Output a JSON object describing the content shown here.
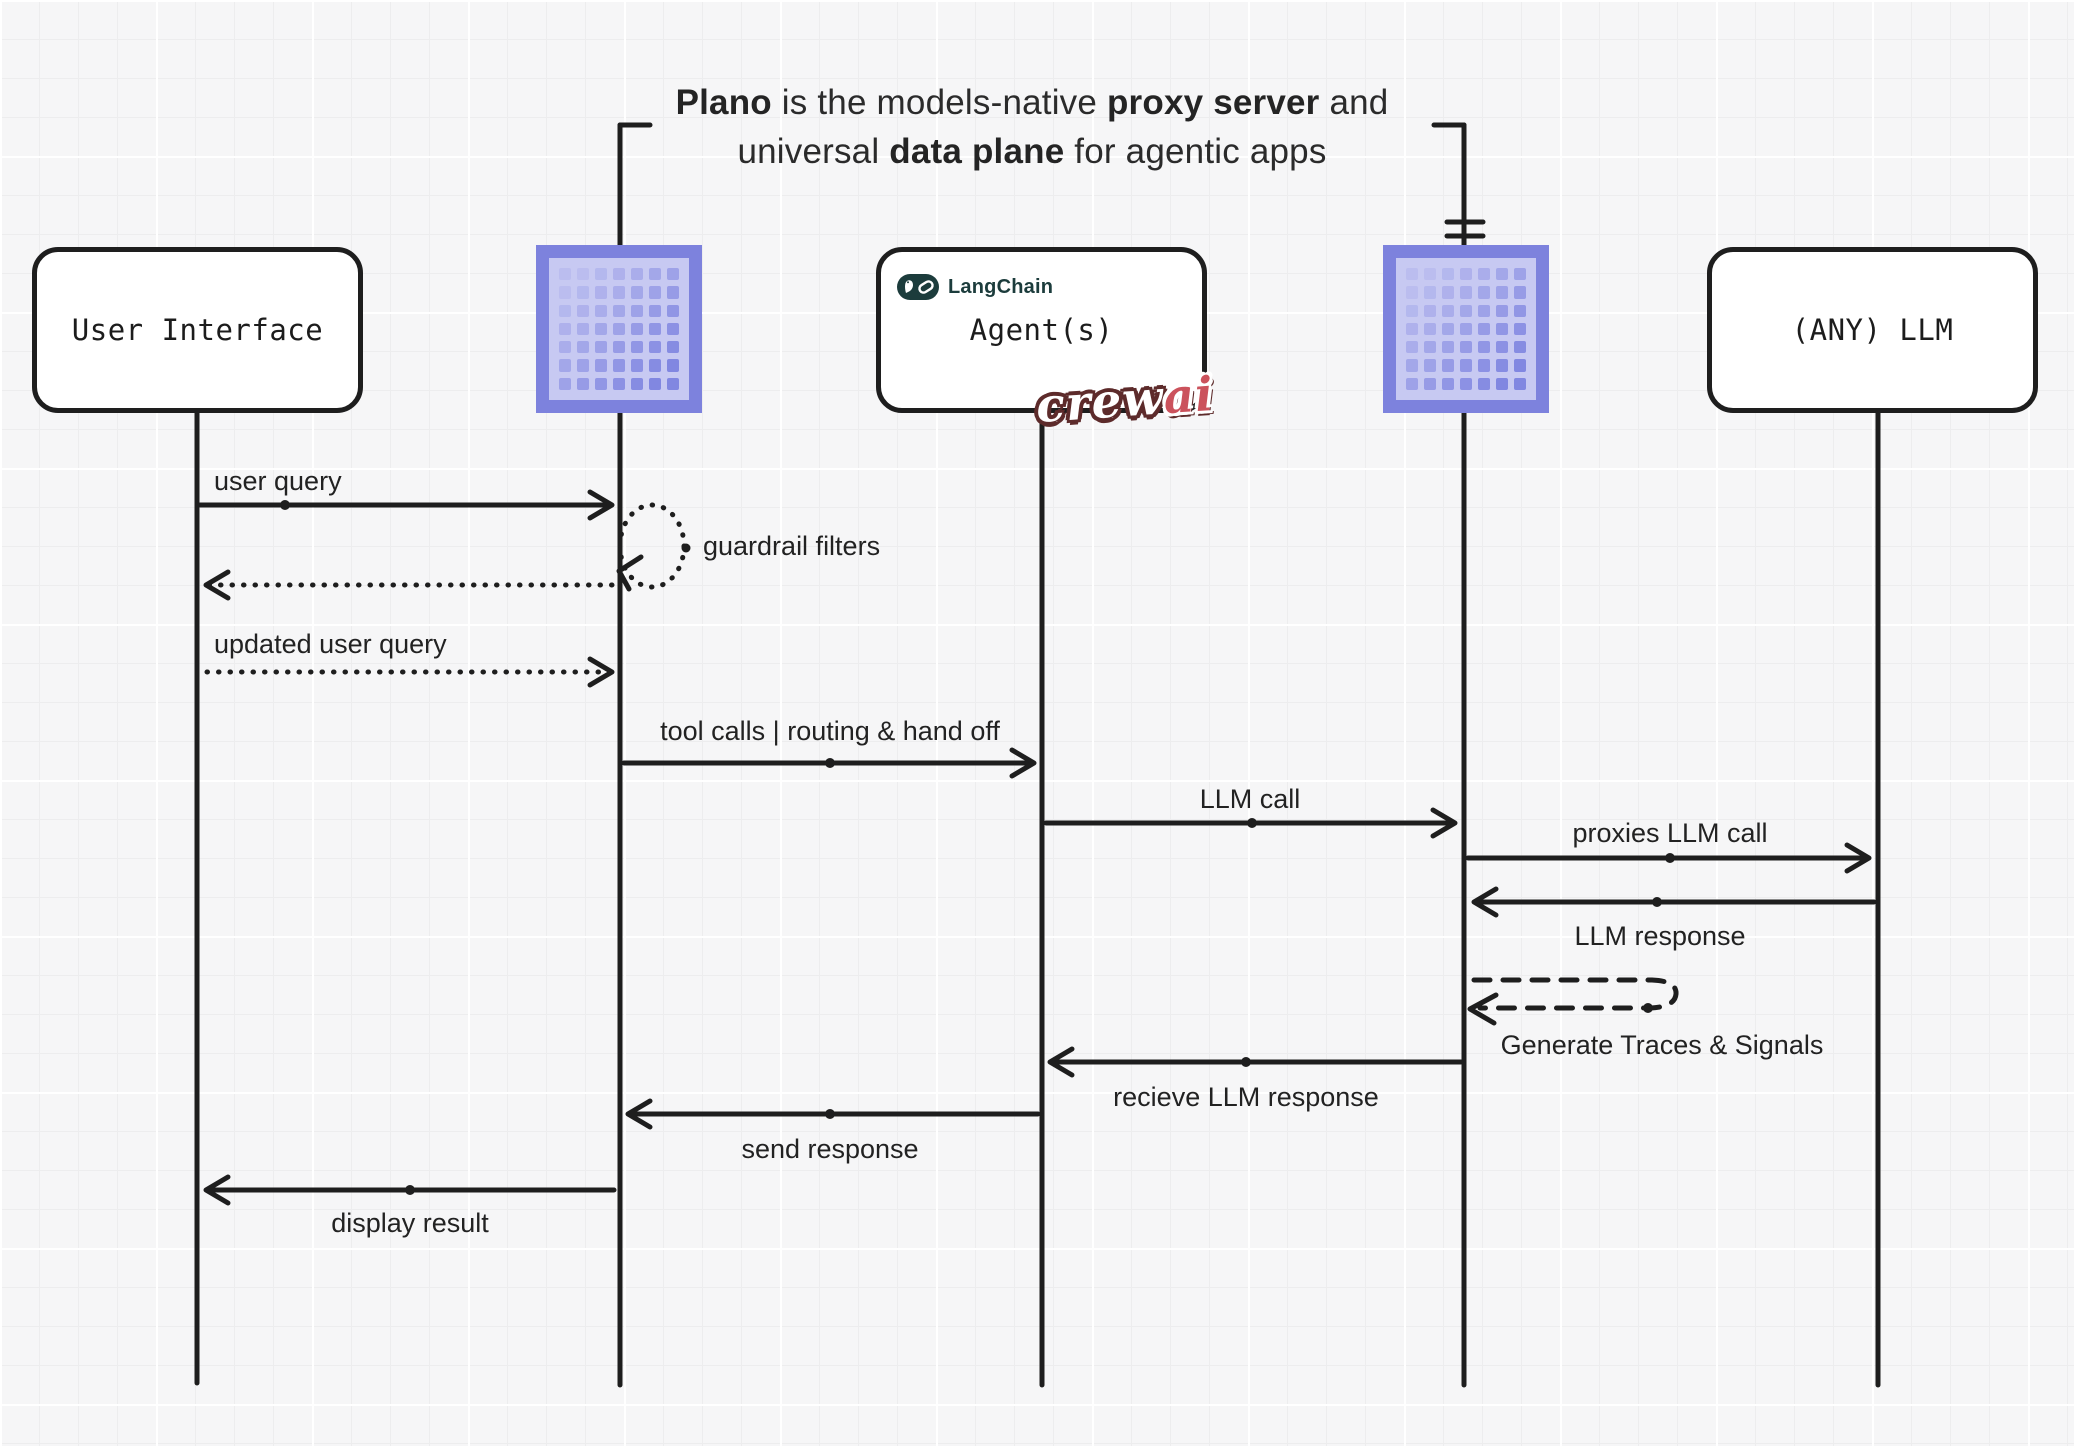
{
  "title": {
    "t1_b1": "Plano",
    "t1_r1": " is the models-native ",
    "t1_b2": "proxy server",
    "t1_r2": " and",
    "t2_r1": "universal ",
    "t2_b1": "data plane",
    "t2_r2": " for agentic apps"
  },
  "actors": {
    "user_interface": {
      "label": "User Interface"
    },
    "plano_proxy": {
      "name": "plano-grid-logo"
    },
    "agents": {
      "label": "Agent(s)",
      "langchain_label": "LangChain",
      "crewai_label_crew": "crew",
      "crewai_label_ai": "ai"
    },
    "plano_data_plane": {
      "name": "plano-grid-logo"
    },
    "any_llm": {
      "label": "(ANY) LLM"
    }
  },
  "messages": {
    "user_query": "user query",
    "guardrail_filters": "guardrail filters",
    "updated_user_query": "updated user query",
    "tool_calls": "tool calls | routing & hand off",
    "llm_call": "LLM call",
    "proxies_llm_call": "proxies LLM call",
    "llm_response": "LLM response",
    "generate_traces": "Generate Traces & Signals",
    "recieve_llm_response": "recieve LLM response",
    "send_response": "send response",
    "display_result": "display result"
  },
  "colors": {
    "ink": "#1e1e1e",
    "purple": "#7d82dd",
    "purple_light": "#c7c9f2",
    "purple_cell": "#7b81e0",
    "langchain": "#1c3c3c",
    "crewai_dark": "#5d2b2b",
    "crewai_red": "#cb525c"
  }
}
